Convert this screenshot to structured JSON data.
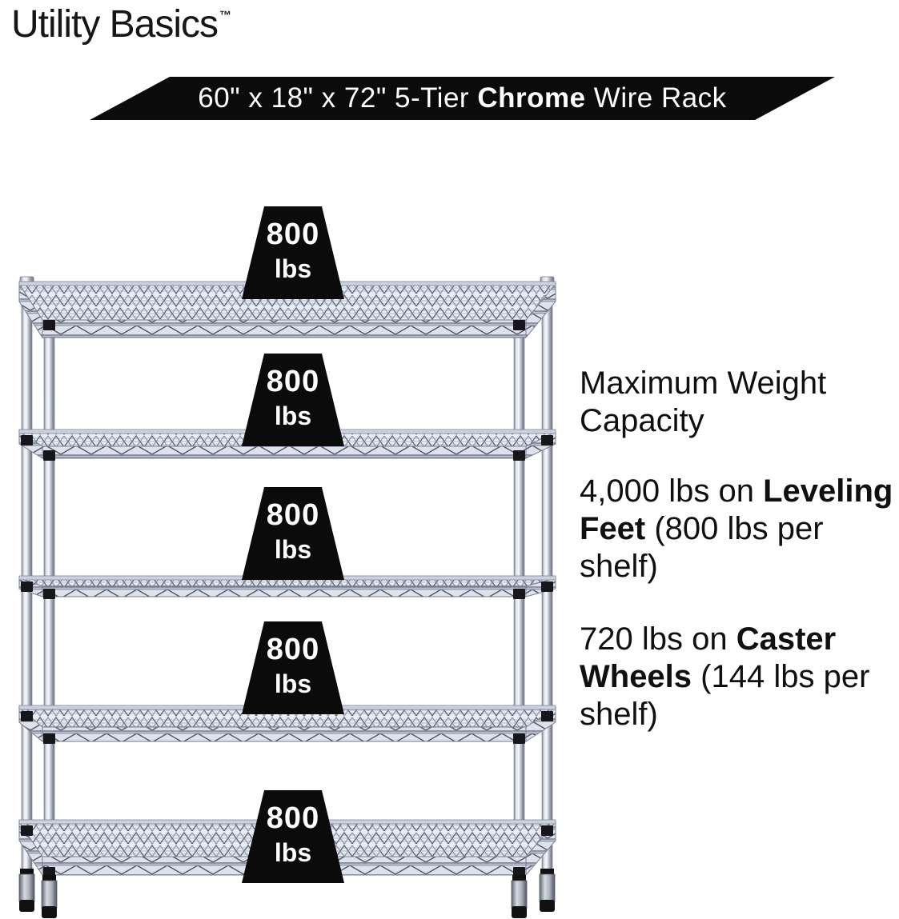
{
  "brand": {
    "name": "Utility Basics",
    "trademark_symbol": "™"
  },
  "banner": {
    "text_prefix": "60\" x 18\" x 72\" 5-Tier ",
    "text_bold": "Chrome",
    "text_suffix": " Wire Rack"
  },
  "rack": {
    "tiers": 5,
    "finish": "Chrome"
  },
  "weights": {
    "items": [
      {
        "value": "800",
        "unit": "lbs"
      },
      {
        "value": "800",
        "unit": "lbs"
      },
      {
        "value": "800",
        "unit": "lbs"
      },
      {
        "value": "800",
        "unit": "lbs"
      },
      {
        "value": "800",
        "unit": "lbs"
      }
    ]
  },
  "capacity": {
    "heading": "Maximum Weight Capacity",
    "leveling": {
      "lead": "4,000 lbs on ",
      "bold_l1": "Leveling",
      "bold_l2": "Feet",
      "rest_l2": " (800 lbs per",
      "rest_l3": "shelf)"
    },
    "caster": {
      "lead": "720 lbs on ",
      "bold_l1": "Caster",
      "bold_l2": "Wheels",
      "rest_l2": " (144 lbs per",
      "rest_l3": "shelf)"
    }
  },
  "colors": {
    "background": "#ffffff",
    "banner_bg": "#0b0b0b",
    "weight_bg": "#0b0b0b",
    "text": "#111111",
    "chrome_highlight": "#f8f9fc",
    "chrome_shadow": "#707684",
    "mesh_wire": "#5c6170"
  }
}
